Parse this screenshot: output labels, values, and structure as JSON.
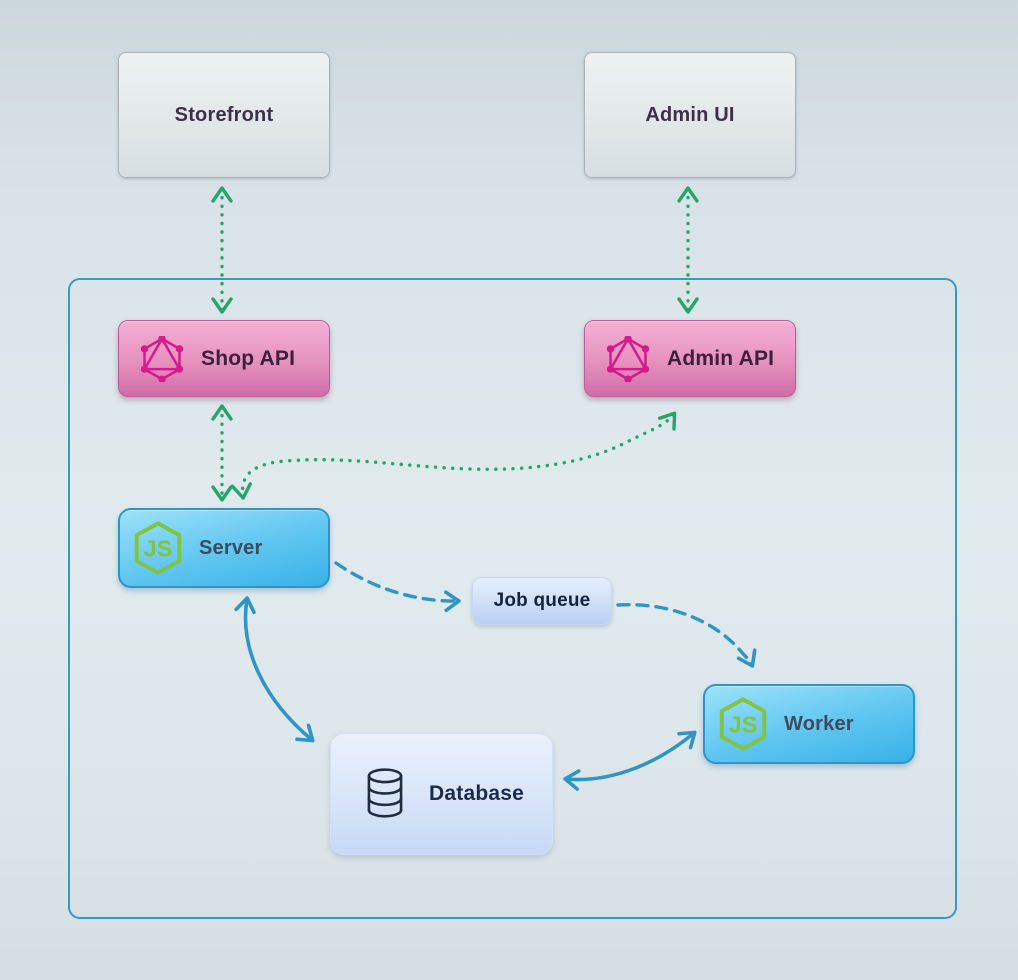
{
  "nodes": {
    "storefront": {
      "label": "Storefront"
    },
    "admin_ui": {
      "label": "Admin UI"
    },
    "shop_api": {
      "label": "Shop API",
      "icon": "graphql-icon"
    },
    "admin_api": {
      "label": "Admin API",
      "icon": "graphql-icon"
    },
    "server": {
      "label": "Server",
      "icon": "nodejs-icon"
    },
    "job_queue": {
      "label": "Job queue"
    },
    "worker": {
      "label": "Worker",
      "icon": "nodejs-icon"
    },
    "database": {
      "label": "Database",
      "icon": "database-icon"
    }
  },
  "edges": [
    {
      "from": "Storefront",
      "to": "Shop API",
      "style": "dotted",
      "color": "green",
      "bidirectional": true
    },
    {
      "from": "Admin UI",
      "to": "Admin API",
      "style": "dotted",
      "color": "green",
      "bidirectional": true
    },
    {
      "from": "Shop API",
      "to": "Server",
      "style": "dotted",
      "color": "green",
      "bidirectional": true
    },
    {
      "from": "Server",
      "to": "Admin API",
      "style": "dotted",
      "color": "green",
      "bidirectional": true
    },
    {
      "from": "Server",
      "to": "Job queue",
      "style": "dashed",
      "color": "blue",
      "bidirectional": false
    },
    {
      "from": "Job queue",
      "to": "Worker",
      "style": "dashed",
      "color": "blue",
      "bidirectional": false
    },
    {
      "from": "Server",
      "to": "Database",
      "style": "solid",
      "color": "blue",
      "bidirectional": true
    },
    {
      "from": "Worker",
      "to": "Database",
      "style": "solid",
      "color": "blue",
      "bidirectional": true
    }
  ],
  "colors": {
    "edge_green": "#26a36f",
    "edge_blue": "#3095c5",
    "container_border": "#3a98c5",
    "graphql_pink": "#d61a8e",
    "nodejs_green": "#82c341",
    "database_icon_ink": "#222c3f"
  }
}
